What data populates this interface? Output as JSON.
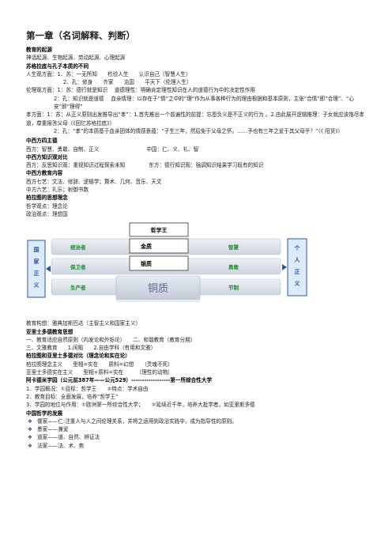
{
  "title": "第一章（名词解释、判断）",
  "sections": {
    "origin": {
      "heading": "教育的起源",
      "line1": "神话起源、生物起源、劳动起源、心理起源"
    },
    "socrates": {
      "heading": "苏格拉底与孔子本质的不同",
      "l1": "人生观方面：1、苏：一无所知　　检验人生　　认识自己（智慧人生）",
      "l2": "2、孔：修身　　齐家　　治国　　平天下（伦理人生）",
      "l3": "伦理观方面：1：苏：德行就是知识　 道德理性：明确肯定理性知识在人的道德行为中的决定性作用",
      "l4": "2：孔：知识就是道德　 血亲情理：以存在于“情”之中的“理”作为从事各种行为的理由根据和基本原则，主张“合情”即“合理”、“心安”即“理得”",
      "l5": "孝方面：1：苏：从正义原则出发推导出“孝”：1.首先推出一个普遍性的前提：忘恩负义是不正义的行为 。2.由此展开逻辑推理：子女就应该恪尽孝道，尊重报答父母（《回忆苏格拉底》）",
      "l6": "2：孔：“孝”的本质基于血亲团体的情感意蕴：“子生三年，然后免于父母之怀。……予也有三年之爱于其父母乎？”（《 阳货》）"
    },
    "four_virtues": {
      "heading": "中西方四主德",
      "west": "西方：智慧、勇敢、自制、正义",
      "east": "中国：仁、义、礼、智"
    },
    "knowledge": {
      "heading": "中西方知识观对比",
      "west": "西方：反思知识观：重视知识过程探索未知",
      "east": "东方：德行知识观：强调知识结果学习既有的知识"
    },
    "content": {
      "heading": "中西方教育内容",
      "west": "西方七艺：文法、修辞、逻辑学；算术、几何、音乐、天文",
      "east": "中方六艺：礼乐；射御书数"
    },
    "plato": {
      "heading": "柏拉图的思想理念",
      "phil": "哲学观点：理念论",
      "pol": "政治观点：理想国",
      "concept": "教育构想：雅典加斯巴达（主智主义和国家主义）"
    },
    "diagram": {
      "left_box": "国家正义",
      "right_box": "个人正义",
      "rows_left": [
        "统治者",
        "保卫者",
        "生产者"
      ],
      "rows_right": [
        "智慧",
        "勇敢",
        "节制"
      ],
      "tiers": [
        "哲学王",
        "金质",
        "银质",
        "铜质"
      ]
    },
    "aristotle": {
      "heading": "亚里士多德教育思想",
      "l1": "一、教育适应自然原则（内发论和外铄论）　　二、和谐教育（教育分期）",
      "l2": "三、文雅教育　　1.闲暇　　2.自由学科（有用和文雅）"
    },
    "compare": {
      "heading": "柏拉图和亚里士多德对比（理念论和实在论）",
      "plato": "柏拉图理念主义　　型相=实在　　质料=幻想　　（灵魂不死）",
      "aris": "亚里士多德实在主义　　型相+质料=实在　　　（理性的动物）"
    },
    "academy": {
      "heading": "阿卡德米学园（公元前387年——公元529）------------------第一所综合性大学",
      "l1": "1、学园概况：①目标：哲学王　　②特点：学术自由",
      "l2": "2、教育目标：全面发展，培养“哲学王”",
      "l3": "3、学园的地位与作用：①欧洲第一所综合性大学；　　②延续近千年，培养大批学者，如亚里斯多德"
    },
    "china": {
      "heading": "中国哲学的发展",
      "items": [
        "儒家——仁:注重人与人之间伦理关系，并将之运用到政治实践中，成为指导性的原则。",
        "墨家——兼爱",
        "道家——道、自然、辨证法",
        "法家——法、术、势"
      ]
    }
  },
  "colors": {
    "blue": "#2a56a8",
    "green": "#1d8a2e",
    "box_fill": "#ddeaf8",
    "grey_bar": "#dde2ea"
  }
}
